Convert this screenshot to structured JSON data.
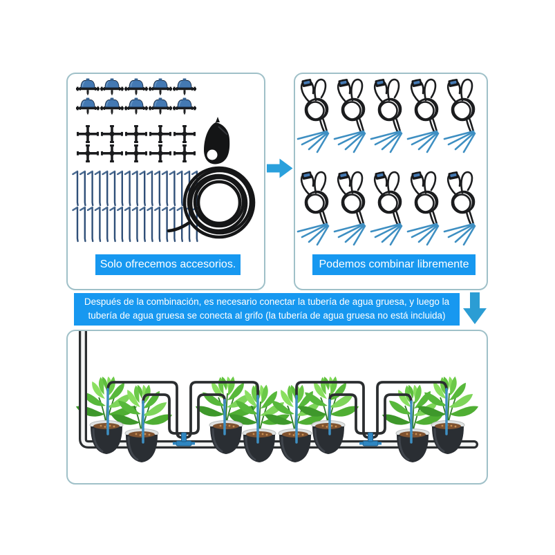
{
  "colors": {
    "accent_blue": "#1798F0",
    "arrow_blue": "#2AA0DC",
    "panel_border": "#9FC0C8",
    "tube_dark": "#2B2E30",
    "stake_blue": "#3E8FC2",
    "stake_navy": "#2F4F78",
    "dripper_cap_blue": "#4479B3",
    "leaf_green": "#5FBF3D",
    "pot_dark": "#2A2E33",
    "soil_brown": "#7E5230"
  },
  "panels": {
    "accessories": {
      "label": "Solo ofrecemos accesorios."
    },
    "combinations": {
      "label": "Podemos combinar libremente"
    }
  },
  "instruction_banner": {
    "line1": "Después de la combinación, es necesario conectar la tubería de agua gruesa, y luego la",
    "line2": "tubería de agua gruesa se conecta al grifo (la tubería de agua gruesa no está incluida)"
  },
  "icons": {
    "right_arrow": "right-arrow",
    "down_arrow": "down-arrow"
  }
}
